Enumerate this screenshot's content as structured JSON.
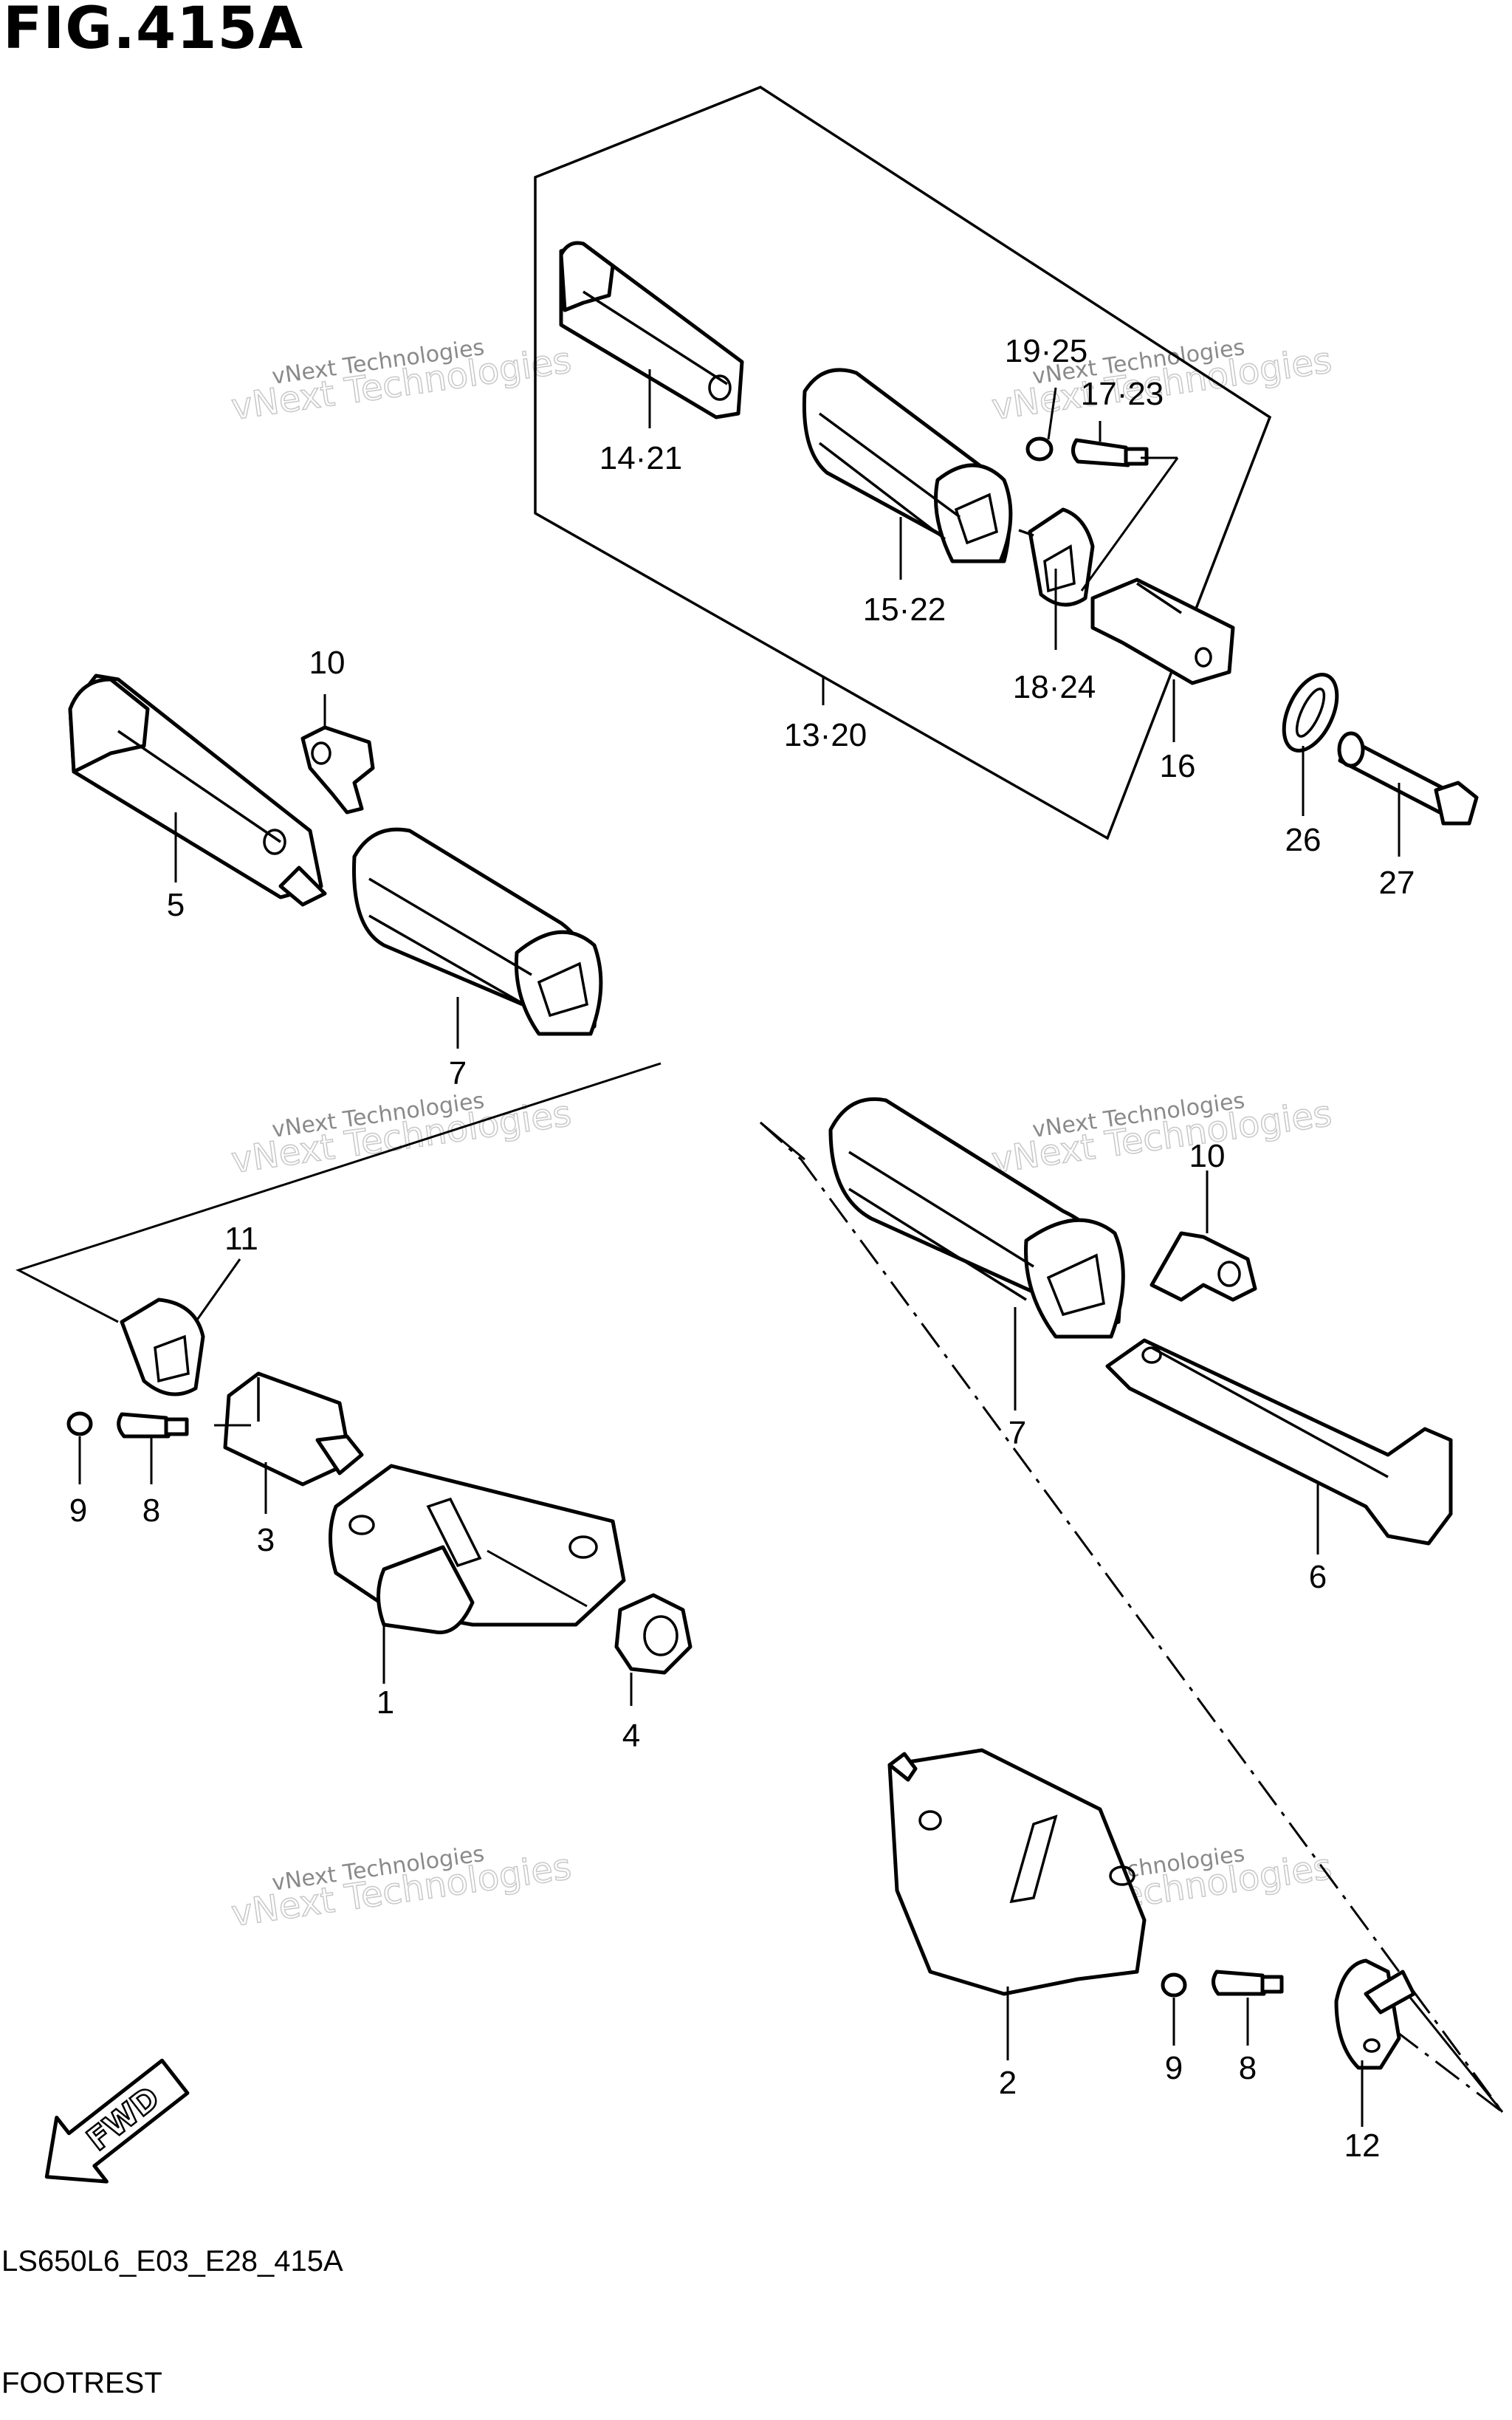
{
  "figure_title": "FIG.415A",
  "diagram_code": "LS650L6_E03_E28_415A",
  "caption": "FOOTREST",
  "watermark": {
    "line1": "vNext Technologies",
    "line2": "vNext Technologies"
  },
  "callouts": {
    "c14_21": "14·21",
    "c15_22": "15·22",
    "c19_25": "19·25",
    "c17_23": "17·23",
    "c18_24": "18·24",
    "c13_20": "13·20",
    "c16": "16",
    "c26": "26",
    "c27": "27",
    "c10a": "10",
    "c5": "5",
    "c7a": "7",
    "c11": "11",
    "c9a": "9",
    "c8a": "8",
    "c3": "3",
    "c1": "1",
    "c4": "4",
    "c10b": "10",
    "c7b": "7",
    "c6": "6",
    "c2": "2",
    "c9b": "9",
    "c8b": "8",
    "c12": "12"
  },
  "fwd_label": "FWD"
}
